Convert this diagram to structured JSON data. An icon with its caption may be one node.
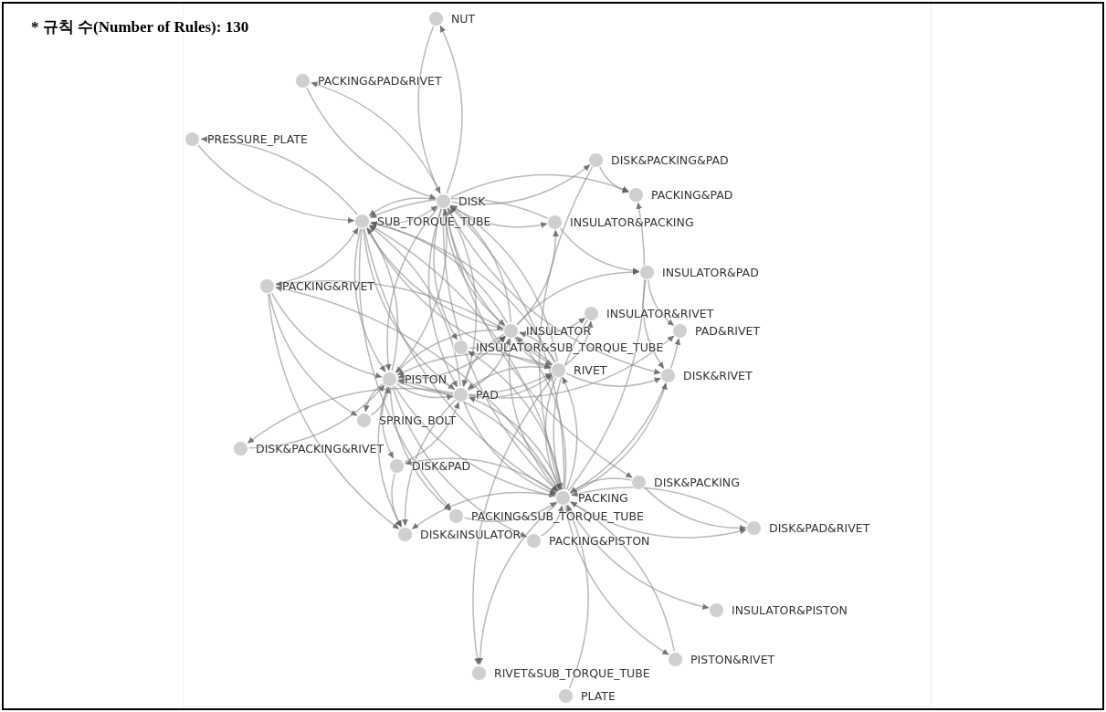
{
  "diagram": {
    "title": "* 규칙 수(Number of Rules): 130",
    "nodes": [
      {
        "text": [
          "NUT"
        ]
      },
      {
        "text": [
          "PACKING&PAD&RIVET"
        ]
      },
      {
        "text": [
          "PRESSURE_PLATE"
        ]
      },
      {
        "text": [
          "DISK"
        ]
      },
      {
        "text": [
          "SUB_TORQUE_TUBE"
        ]
      },
      {
        "text": [
          "DISK&PACKING&PAD"
        ]
      },
      {
        "text": [
          "PACKING&PAD"
        ]
      },
      {
        "text": [
          "INSULATOR&PACKING"
        ]
      },
      {
        "text": [
          "INSULATOR&PAD"
        ]
      },
      {
        "text": [
          "PACKING&RIVET"
        ]
      },
      {
        "text": [
          "INSULATOR&RIVET"
        ]
      },
      {
        "text": [
          "PAD&RIVET"
        ]
      },
      {
        "text": [
          "INSULATOR"
        ]
      },
      {
        "text": [
          "INSULATOR&SUB_TORQUE_TUBE"
        ]
      },
      {
        "text": [
          "RIVET"
        ]
      },
      {
        "text": [
          "DISK&RIVET"
        ]
      },
      {
        "text": [
          "PISTON"
        ]
      },
      {
        "text": [
          "PAD"
        ]
      },
      {
        "text": [
          "SPRING_BOLT"
        ]
      },
      {
        "text": [
          "DISK&PACKING&RIVET"
        ]
      },
      {
        "text": [
          "DISK&PAD"
        ]
      },
      {
        "text": [
          "PACKING"
        ]
      },
      {
        "text": [
          "DISK&PACKING"
        ]
      },
      {
        "text": [
          "PACKING&SUB_TORQUE_TUBE"
        ]
      },
      {
        "text": [
          "PACKING&PISTON"
        ]
      },
      {
        "text": [
          "DISK&INSULATOR"
        ]
      },
      {
        "text": [
          "DISK&PAD&RIVET"
        ]
      },
      {
        "text": [
          "INSULATOR&PISTON"
        ]
      },
      {
        "text": [
          "RIVET&SUB_TORQUE_TUBE"
        ]
      },
      {
        "text": [
          "PISTON&RIVET"
        ]
      },
      {
        "text": [
          "PLATE"
        ]
      }
    ],
    "edges": [
      {
        "from": 3,
        "to": 0,
        "arrow": "to"
      },
      {
        "from": 0,
        "to": 3,
        "arrow": "to"
      },
      {
        "from": 3,
        "to": 1,
        "arrow": "to"
      },
      {
        "from": 1,
        "to": 3,
        "arrow": "to"
      },
      {
        "from": 2,
        "to": 4,
        "arrow": "to"
      },
      {
        "from": 4,
        "to": 2,
        "arrow": "to"
      },
      {
        "from": 3,
        "to": 4,
        "arrow": "to"
      },
      {
        "from": 4,
        "to": 3,
        "arrow": "to"
      },
      {
        "from": 3,
        "to": 12,
        "arrow": "to"
      },
      {
        "from": 12,
        "to": 3,
        "arrow": "to"
      },
      {
        "from": 3,
        "to": 14,
        "arrow": "to"
      },
      {
        "from": 14,
        "to": 3,
        "arrow": "to"
      },
      {
        "from": 3,
        "to": 16,
        "arrow": "to"
      },
      {
        "from": 16,
        "to": 3,
        "arrow": "to"
      },
      {
        "from": 3,
        "to": 17,
        "arrow": "to"
      },
      {
        "from": 17,
        "to": 3,
        "arrow": "to"
      },
      {
        "from": 3,
        "to": 21,
        "arrow": "to"
      },
      {
        "from": 21,
        "to": 3,
        "arrow": "to"
      },
      {
        "from": 4,
        "to": 12,
        "arrow": "to"
      },
      {
        "from": 12,
        "to": 4,
        "arrow": "to"
      },
      {
        "from": 4,
        "to": 14,
        "arrow": "to"
      },
      {
        "from": 14,
        "to": 4,
        "arrow": "to"
      },
      {
        "from": 4,
        "to": 16,
        "arrow": "to"
      },
      {
        "from": 16,
        "to": 4,
        "arrow": "to"
      },
      {
        "from": 4,
        "to": 17,
        "arrow": "to"
      },
      {
        "from": 17,
        "to": 4,
        "arrow": "to"
      },
      {
        "from": 4,
        "to": 21,
        "arrow": "to"
      },
      {
        "from": 21,
        "to": 4,
        "arrow": "to"
      },
      {
        "from": 12,
        "to": 14,
        "arrow": "to"
      },
      {
        "from": 14,
        "to": 12,
        "arrow": "to"
      },
      {
        "from": 12,
        "to": 16,
        "arrow": "to"
      },
      {
        "from": 16,
        "to": 12,
        "arrow": "to"
      },
      {
        "from": 12,
        "to": 17,
        "arrow": "to"
      },
      {
        "from": 17,
        "to": 12,
        "arrow": "to"
      },
      {
        "from": 12,
        "to": 21,
        "arrow": "to"
      },
      {
        "from": 21,
        "to": 12,
        "arrow": "to"
      },
      {
        "from": 14,
        "to": 16,
        "arrow": "to"
      },
      {
        "from": 16,
        "to": 14,
        "arrow": "to"
      },
      {
        "from": 14,
        "to": 17,
        "arrow": "to"
      },
      {
        "from": 17,
        "to": 14,
        "arrow": "to"
      },
      {
        "from": 14,
        "to": 21,
        "arrow": "to"
      },
      {
        "from": 21,
        "to": 14,
        "arrow": "to"
      },
      {
        "from": 16,
        "to": 17,
        "arrow": "to"
      },
      {
        "from": 17,
        "to": 16,
        "arrow": "to"
      },
      {
        "from": 16,
        "to": 21,
        "arrow": "to"
      },
      {
        "from": 21,
        "to": 16,
        "arrow": "to"
      },
      {
        "from": 17,
        "to": 21,
        "arrow": "to"
      },
      {
        "from": 21,
        "to": 17,
        "arrow": "to"
      },
      {
        "from": 3,
        "to": 5,
        "arrow": "to"
      },
      {
        "from": 5,
        "to": 21,
        "arrow": "to"
      },
      {
        "from": 3,
        "to": 6,
        "arrow": "to"
      },
      {
        "from": 21,
        "to": 6,
        "arrow": "to"
      },
      {
        "from": 5,
        "to": 6,
        "arrow": "to"
      },
      {
        "from": 3,
        "to": 7,
        "arrow": "to"
      },
      {
        "from": 7,
        "to": 4,
        "arrow": "to"
      },
      {
        "from": 12,
        "to": 7,
        "arrow": "to"
      },
      {
        "from": 7,
        "to": 8,
        "arrow": "to"
      },
      {
        "from": 12,
        "to": 8,
        "arrow": "to"
      },
      {
        "from": 8,
        "to": 15,
        "arrow": "to"
      },
      {
        "from": 9,
        "to": 4,
        "arrow": "to"
      },
      {
        "from": 21,
        "to": 9,
        "arrow": "to"
      },
      {
        "from": 14,
        "to": 9,
        "arrow": "to"
      },
      {
        "from": 9,
        "to": 16,
        "arrow": "to"
      },
      {
        "from": 10,
        "to": 21,
        "arrow": "to"
      },
      {
        "from": 12,
        "to": 10,
        "arrow": "to"
      },
      {
        "from": 14,
        "to": 10,
        "arrow": "to"
      },
      {
        "from": 8,
        "to": 11,
        "arrow": "to"
      },
      {
        "from": 21,
        "to": 11,
        "arrow": "to"
      },
      {
        "from": 17,
        "to": 11,
        "arrow": "to"
      },
      {
        "from": 13,
        "to": 12,
        "arrow": "to"
      },
      {
        "from": 21,
        "to": 13,
        "arrow": "to"
      },
      {
        "from": 3,
        "to": 13,
        "arrow": "to"
      },
      {
        "from": 14,
        "to": 15,
        "arrow": "to"
      },
      {
        "from": 21,
        "to": 15,
        "arrow": "to"
      },
      {
        "from": 3,
        "to": 15,
        "arrow": "to"
      },
      {
        "from": 18,
        "to": 16,
        "arrow": "to"
      },
      {
        "from": 16,
        "to": 18,
        "arrow": "to"
      },
      {
        "from": 9,
        "to": 18,
        "arrow": "to"
      },
      {
        "from": 17,
        "to": 19,
        "arrow": "to"
      },
      {
        "from": 19,
        "to": 16,
        "arrow": "to"
      },
      {
        "from": 20,
        "to": 17,
        "arrow": "to"
      },
      {
        "from": 21,
        "to": 20,
        "arrow": "to"
      },
      {
        "from": 16,
        "to": 20,
        "arrow": "to"
      },
      {
        "from": 22,
        "to": 21,
        "arrow": "to"
      },
      {
        "from": 3,
        "to": 22,
        "arrow": "to"
      },
      {
        "from": 22,
        "to": 26,
        "arrow": "to"
      },
      {
        "from": 23,
        "to": 21,
        "arrow": "to"
      },
      {
        "from": 4,
        "to": 23,
        "arrow": "to"
      },
      {
        "from": 16,
        "to": 23,
        "arrow": "to"
      },
      {
        "from": 24,
        "to": 21,
        "arrow": "to"
      },
      {
        "from": 16,
        "to": 24,
        "arrow": "to"
      },
      {
        "from": 16,
        "to": 25,
        "arrow": "to"
      },
      {
        "from": 21,
        "to": 25,
        "arrow": "to"
      },
      {
        "from": 9,
        "to": 25,
        "arrow": "to"
      },
      {
        "from": 20,
        "to": 25,
        "arrow": "to"
      },
      {
        "from": 17,
        "to": 25,
        "arrow": "to"
      },
      {
        "from": 21,
        "to": 26,
        "arrow": "to"
      },
      {
        "from": 26,
        "to": 21,
        "arrow": "to"
      },
      {
        "from": 21,
        "to": 27,
        "arrow": "to"
      },
      {
        "from": 21,
        "to": 28,
        "arrow": "to"
      },
      {
        "from": 14,
        "to": 28,
        "arrow": "to"
      },
      {
        "from": 21,
        "to": 29,
        "arrow": "to"
      },
      {
        "from": 29,
        "to": 21,
        "arrow": "to"
      },
      {
        "from": 30,
        "to": 21,
        "arrow": "to"
      }
    ]
  }
}
